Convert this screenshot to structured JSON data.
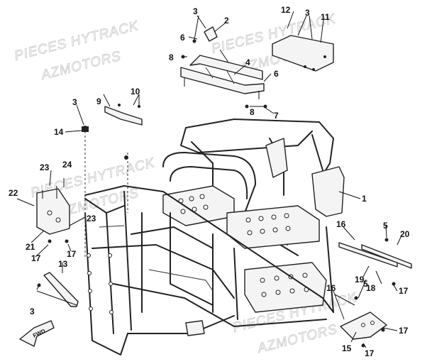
{
  "watermarks": [
    "PIECES HYTRACK",
    "AZMOTORS",
    "PIECES HYTRACK",
    "AZMOTORS",
    "PIECES HYTRACK",
    "AZMOTORS",
    "PIECES HYTRACK",
    "AZMOTORS"
  ],
  "fwd_label": "FWD",
  "callouts": [
    "1",
    "2",
    "3",
    "3",
    "3",
    "3",
    "4",
    "5",
    "5",
    "6",
    "6",
    "7",
    "8",
    "8",
    "9",
    "10",
    "11",
    "12",
    "13",
    "14",
    "15",
    "16",
    "16",
    "17",
    "17",
    "17",
    "17",
    "17",
    "18",
    "19",
    "20",
    "21",
    "22",
    "23",
    "23",
    "24"
  ]
}
